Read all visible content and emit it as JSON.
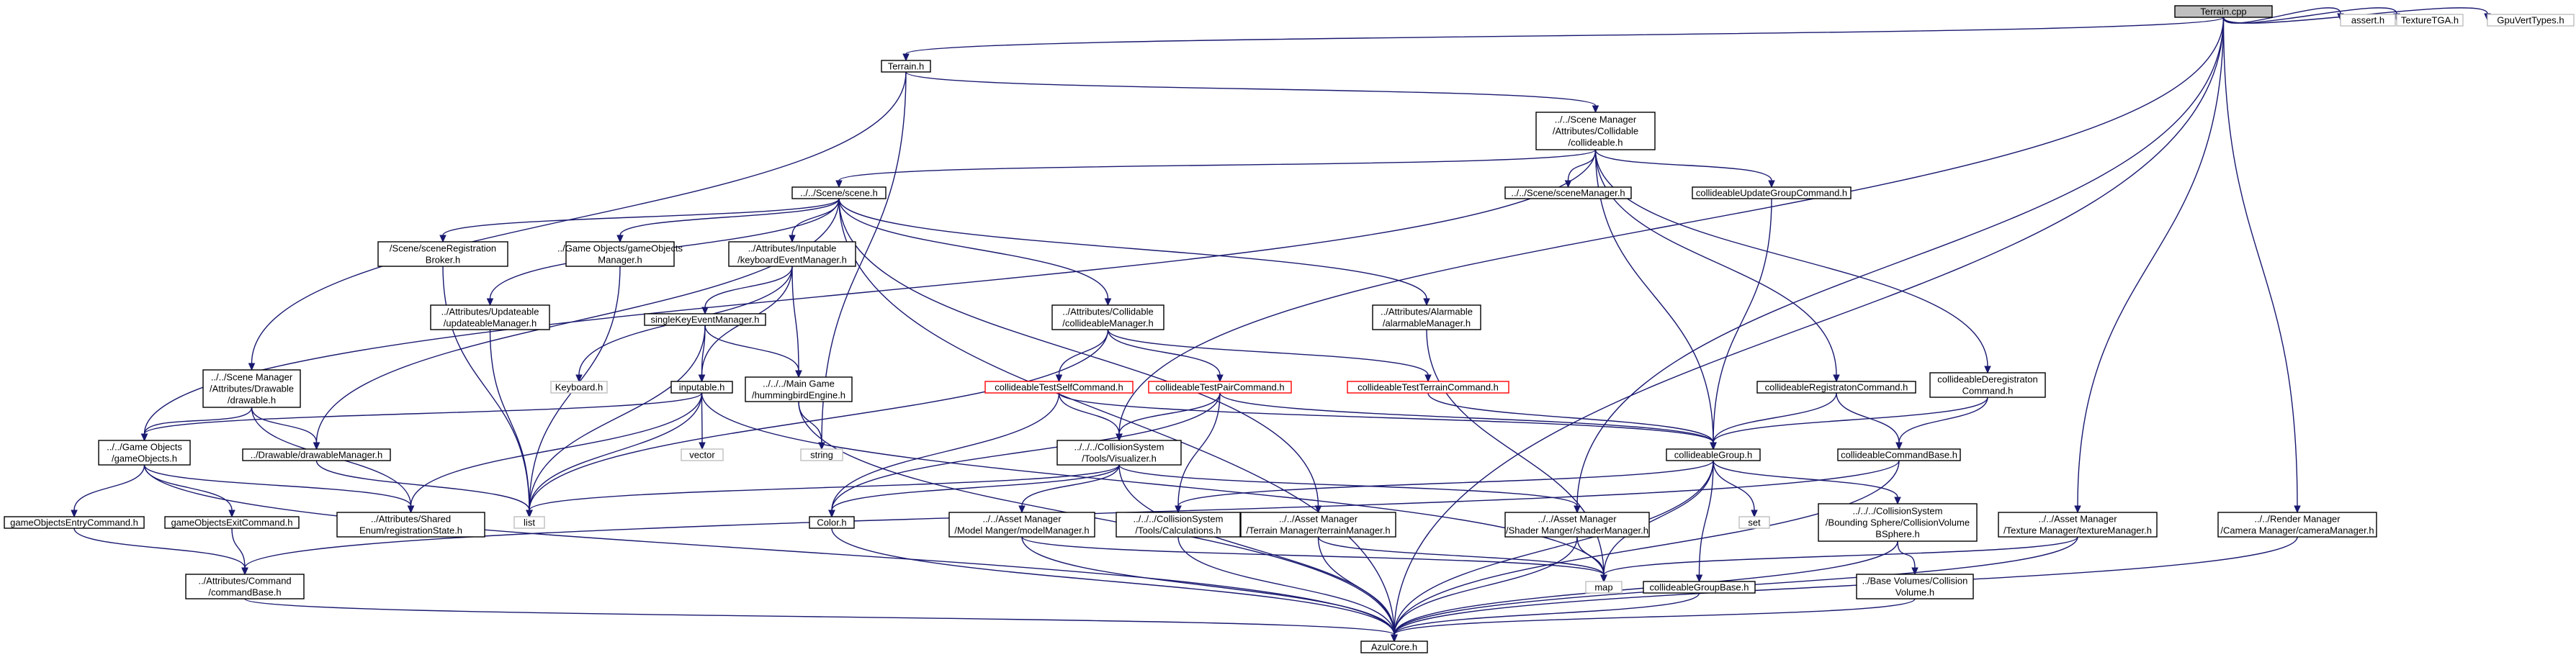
{
  "graph": {
    "nodes": [
      {
        "id": "terrain_cpp",
        "lines": [
          "Terrain.cpp"
        ],
        "style": "root"
      },
      {
        "id": "terrain_h",
        "lines": [
          "Terrain.h"
        ]
      },
      {
        "id": "assert_h",
        "lines": [
          "assert.h"
        ],
        "style": "grey"
      },
      {
        "id": "texturetga_h",
        "lines": [
          "TextureTGA.h"
        ],
        "style": "grey"
      },
      {
        "id": "gpuverttypes_h",
        "lines": [
          "GpuVertTypes.h"
        ],
        "style": "grey"
      },
      {
        "id": "collideable_h",
        "lines": [
          "../../Scene Manager",
          "/Attributes/Collidable",
          "/collideable.h"
        ]
      },
      {
        "id": "scene_h",
        "lines": [
          "../../Scene/scene.h"
        ]
      },
      {
        "id": "scenemanager_h",
        "lines": [
          "../../Scene/sceneManager.h"
        ]
      },
      {
        "id": "cugc_h",
        "lines": [
          "collideableUpdateGroupCommand.h"
        ]
      },
      {
        "id": "sceneregbroker_h",
        "lines": [
          "/Scene/sceneRegistration",
          "Broker.h"
        ]
      },
      {
        "id": "gomanager_h",
        "lines": [
          "../Game Objects/gameObjects",
          "Manager.h"
        ]
      },
      {
        "id": "kbeventmgr_h",
        "lines": [
          "../Attributes/Inputable",
          "/keyboardEventManager.h"
        ]
      },
      {
        "id": "updateablemgr_h",
        "lines": [
          "../Attributes/Updateable",
          "/updateableManager.h"
        ]
      },
      {
        "id": "singlekey_h",
        "lines": [
          "singleKeyEventManager.h"
        ]
      },
      {
        "id": "collidablemgr_h",
        "lines": [
          "../Attributes/Collidable",
          "/collideableManager.h"
        ]
      },
      {
        "id": "alarmablemgr_h",
        "lines": [
          "../Attributes/Alarmable",
          "/alarmableManager.h"
        ]
      },
      {
        "id": "drawable_h",
        "lines": [
          "../../Scene Manager",
          "/Attributes/Drawable",
          "/drawable.h"
        ]
      },
      {
        "id": "keyboard_h",
        "lines": [
          "Keyboard.h"
        ],
        "style": "grey"
      },
      {
        "id": "inputable_h",
        "lines": [
          "inputable.h"
        ]
      },
      {
        "id": "hummingbird_h",
        "lines": [
          "../../../Main Game",
          "/hummingbirdEngine.h"
        ]
      },
      {
        "id": "ctself_h",
        "lines": [
          "collideableTestSelfCommand.h"
        ],
        "style": "red"
      },
      {
        "id": "ctpair_h",
        "lines": [
          "collideableTestPairCommand.h"
        ],
        "style": "red"
      },
      {
        "id": "ctterrain_h",
        "lines": [
          "collideableTestTerrainCommand.h"
        ],
        "style": "red"
      },
      {
        "id": "cregcmd_h",
        "lines": [
          "collideableRegistratonCommand.h"
        ]
      },
      {
        "id": "cderegcmd_h",
        "lines": [
          "collideableDeregistraton",
          "Command.h"
        ]
      },
      {
        "id": "gameobjects_h",
        "lines": [
          "../../Game Objects",
          "/gameObjects.h"
        ]
      },
      {
        "id": "drawablemgr_h",
        "lines": [
          "../Drawable/drawableManager.h"
        ]
      },
      {
        "id": "vector_h",
        "lines": [
          "vector"
        ],
        "style": "grey"
      },
      {
        "id": "string_h",
        "lines": [
          "string"
        ],
        "style": "grey"
      },
      {
        "id": "visualizer_h",
        "lines": [
          "../../../CollisionSystem",
          "/Tools/Visualizer.h"
        ]
      },
      {
        "id": "cgroup_h",
        "lines": [
          "collideableGroup.h"
        ]
      },
      {
        "id": "ccmdbase_h",
        "lines": [
          "collideableCommandBase.h"
        ]
      },
      {
        "id": "goentry_h",
        "lines": [
          "gameObjectsEntryCommand.h"
        ]
      },
      {
        "id": "goexit_h",
        "lines": [
          "gameObjectsExitCommand.h"
        ]
      },
      {
        "id": "regstate_h",
        "lines": [
          "../Attributes/Shared",
          "Enum/registrationState.h"
        ]
      },
      {
        "id": "list_h",
        "lines": [
          "list"
        ],
        "style": "grey"
      },
      {
        "id": "color_h",
        "lines": [
          "Color.h"
        ]
      },
      {
        "id": "modelmgr_h",
        "lines": [
          "../../Asset Manager",
          "/Model Manger/modelManager.h"
        ]
      },
      {
        "id": "calculations_h",
        "lines": [
          "../../../CollisionSystem",
          "/Tools/Calculations.h"
        ]
      },
      {
        "id": "terrainmgr_h",
        "lines": [
          "../../Asset Manager",
          "/Terrain Manager/terrainManager.h"
        ]
      },
      {
        "id": "shadermgr_h",
        "lines": [
          "../../Asset Manager",
          "/Shader Manger/shaderManager.h"
        ]
      },
      {
        "id": "set_h",
        "lines": [
          "set"
        ],
        "style": "grey"
      },
      {
        "id": "bsphere_h",
        "lines": [
          "../../../CollisionSystem",
          "/Bounding Sphere/CollisionVolume",
          "BSphere.h"
        ]
      },
      {
        "id": "texturemgr_h",
        "lines": [
          "../../Asset Manager",
          "/Texture Manager/textureManager.h"
        ]
      },
      {
        "id": "cameramgr_h",
        "lines": [
          "../../Render Manager",
          "/Camera Manager/cameraManager.h"
        ]
      },
      {
        "id": "commandbase_h",
        "lines": [
          "../Attributes/Command",
          "/commandBase.h"
        ]
      },
      {
        "id": "map_h",
        "lines": [
          "map"
        ],
        "style": "grey"
      },
      {
        "id": "cgroupbase_h",
        "lines": [
          "collideableGroupBase.h"
        ]
      },
      {
        "id": "basevolumes_h",
        "lines": [
          "../Base Volumes/Collision",
          "Volume.h"
        ]
      },
      {
        "id": "azulcore_h",
        "lines": [
          "AzulCore.h"
        ]
      }
    ]
  }
}
